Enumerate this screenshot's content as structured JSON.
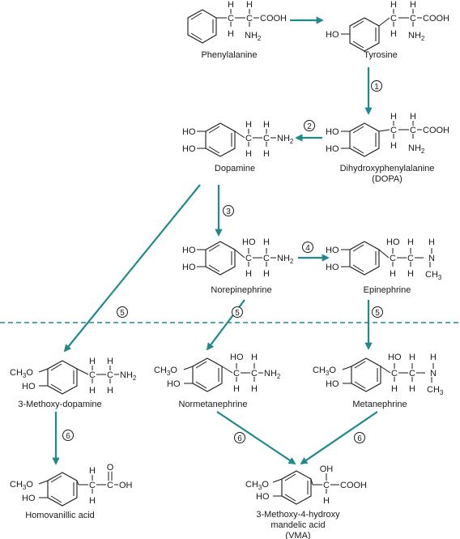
{
  "colors": {
    "arrow": "#1f8a8a",
    "text": "#1a1a1a",
    "background": "#ffffff"
  },
  "compounds": {
    "phenylalanine": "Phenylalanine",
    "tyrosine": "Tyrosine",
    "dopa_line1": "Dihydroxyphenylalanine",
    "dopa_line2": "(DOPA)",
    "dopamine": "Dopamine",
    "norepinephrine": "Norepinephrine",
    "epinephrine": "Epinephrine",
    "methoxy_dopamine": "3-Methoxy-dopamine",
    "normetanephrine": "Normetanephrine",
    "metanephrine": "Metanephrine",
    "homovanillic_acid": "Homovanillic acid",
    "vma_line1": "3-Methoxy-4-hydroxy",
    "vma_line2": "mandelic acid",
    "vma_line3": "(VMA)"
  },
  "atoms": {
    "H": "H",
    "N": "N",
    "C": "C",
    "O": "O",
    "OH": "OH",
    "HO": "HO",
    "NH": "NH",
    "CH": "CH",
    "CH3O": "CH",
    "COOH": "COOH",
    "sub2": "2",
    "sub3": "3"
  },
  "steps": {
    "s1": "1",
    "s2": "2",
    "s3": "3",
    "s4": "4",
    "s5": "5",
    "s6": "6"
  }
}
